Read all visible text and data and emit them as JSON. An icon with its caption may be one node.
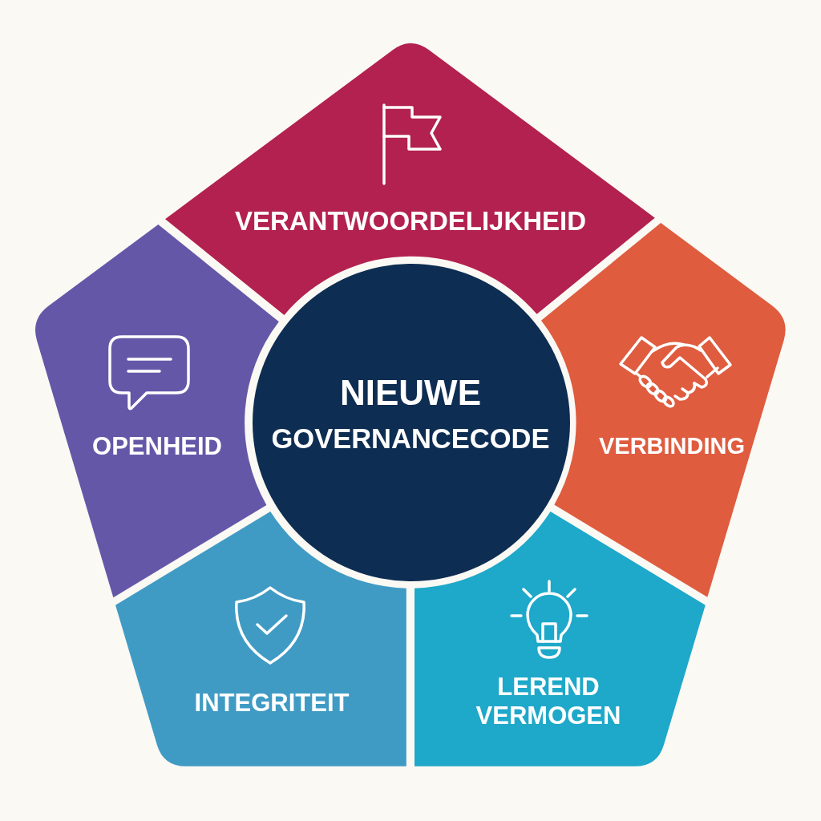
{
  "diagram": {
    "nodes": [
      {
        "text": [
          "VERANTWOORDELIJKHEID"
        ]
      },
      {
        "text": [
          "OPENHEID"
        ]
      },
      {
        "text": [
          "NIEUWE",
          "GOVERNANCECODE"
        ]
      },
      {
        "text": [
          "VERBINDING"
        ]
      },
      {
        "text": [
          "INTEGRITEIT"
        ]
      },
      {
        "text": [
          "LEREND VERMOGEN"
        ]
      }
    ]
  }
}
